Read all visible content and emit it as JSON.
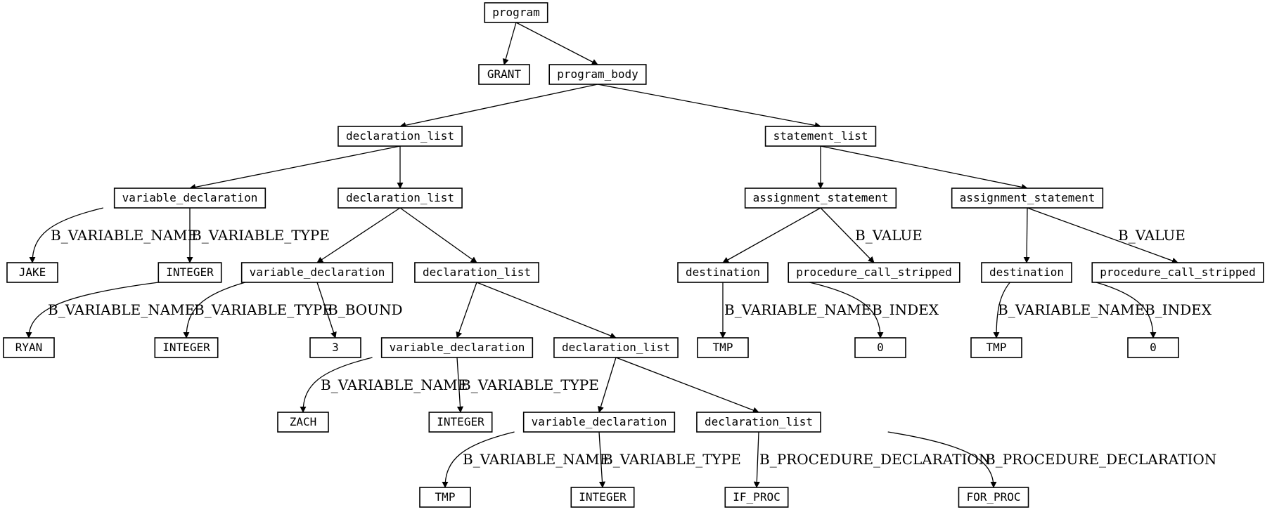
{
  "nodes": {
    "program": "program",
    "grant": "GRANT",
    "program_body": "program_body",
    "decl_list_1": "declaration_list",
    "stmt_list": "statement_list",
    "var_decl_jake": "variable_declaration",
    "decl_list_2": "declaration_list",
    "assign_1": "assignment_statement",
    "assign_2": "assignment_statement",
    "jake": "JAKE",
    "integer_1": "INTEGER",
    "var_decl_ryan": "variable_declaration",
    "decl_list_3": "declaration_list",
    "dest_1": "destination",
    "proc_call_1": "procedure_call_stripped",
    "dest_2": "destination",
    "proc_call_2": "procedure_call_stripped",
    "ryan": "RYAN",
    "integer_2": "INTEGER",
    "three": "3",
    "var_decl_zach": "variable_declaration",
    "decl_list_4": "declaration_list",
    "tmp_1": "TMP",
    "zero_1": "0",
    "tmp_2": "TMP",
    "zero_2": "0",
    "zach": "ZACH",
    "integer_3": "INTEGER",
    "var_decl_tmp": "variable_declaration",
    "decl_list_5": "declaration_list",
    "tmp_3": "TMP",
    "integer_4": "INTEGER",
    "if_proc": "IF_PROC",
    "for_proc": "FOR_PROC"
  },
  "edge_labels": {
    "jake_name": "B_VARIABLE_NAME",
    "jake_type": "B_VARIABLE_TYPE",
    "ryan_name": "B_VARIABLE_NAME",
    "ryan_type": "B_VARIABLE_TYPE",
    "ryan_bound": "B_BOUND",
    "zach_name": "B_VARIABLE_NAME",
    "zach_type": "B_VARIABLE_TYPE",
    "tmp_name": "B_VARIABLE_NAME",
    "tmp_type": "B_VARIABLE_TYPE",
    "if_proc_decl": "B_PROCEDURE_DECLARATION",
    "for_proc_decl": "B_PROCEDURE_DECLARATION",
    "assign1_value": "B_VALUE",
    "assign2_value": "B_VALUE",
    "dest1_name": "B_VARIABLE_NAME",
    "dest1_index": "B_INDEX",
    "dest2_name": "B_VARIABLE_NAME",
    "dest2_index": "B_INDEX"
  }
}
